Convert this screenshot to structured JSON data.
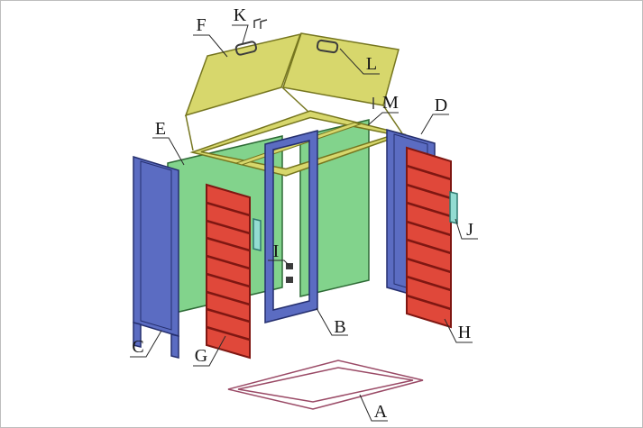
{
  "colors": {
    "lid": "#d7d76c",
    "lid_outline": "#76761f",
    "panel_green": "#82d38c",
    "panel_green_outline": "#2e6b36",
    "frame_blue": "#5b6cc2",
    "frame_blue_outline": "#252f6e",
    "door_red": "#e0483a",
    "door_red_outline": "#7f1712",
    "handle_teal": "#93dcd2",
    "handle_teal_outline": "#2f7a70",
    "base_frame": "#9a4a66",
    "detail_dark": "#3c3c3c",
    "label_text": "#141414",
    "leader_line": "#2a2a2a"
  },
  "labels": {
    "A": "A",
    "B": "B",
    "C": "C",
    "D": "D",
    "E": "E",
    "F": "F",
    "G": "G",
    "H": "H",
    "I": "I",
    "J": "J",
    "K": "K",
    "L": "L",
    "M": "M"
  }
}
